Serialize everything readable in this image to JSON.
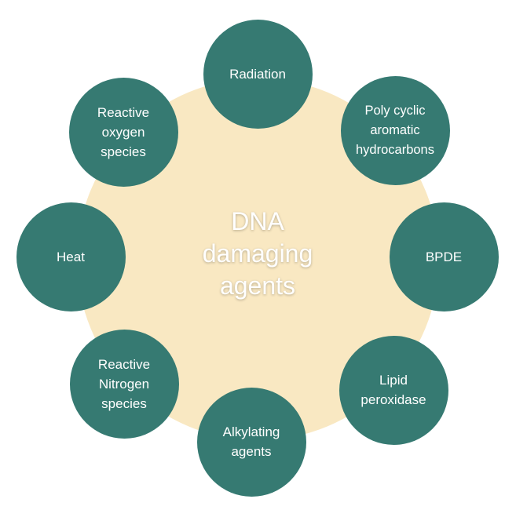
{
  "center": {
    "lines": [
      "DNA",
      "damaging",
      "agents"
    ]
  },
  "nodes": {
    "radiation": {
      "lines": [
        "Radiation"
      ]
    },
    "pah": {
      "lines": [
        "Poly cyclic",
        "aromatic",
        "hydrocarbons"
      ]
    },
    "bpde": {
      "lines": [
        "BPDE"
      ]
    },
    "lipid": {
      "lines": [
        "Lipid",
        "peroxidase"
      ]
    },
    "alkylating": {
      "lines": [
        "Alkylating",
        "agents"
      ]
    },
    "rns": {
      "lines": [
        "Reactive",
        "Nitrogen",
        "species"
      ]
    },
    "heat": {
      "lines": [
        "Heat"
      ]
    },
    "ros": {
      "lines": [
        "Reactive",
        "oxygen",
        "species"
      ]
    }
  },
  "colors": {
    "center_fill": "#f9e8c2",
    "node_fill": "#367a72",
    "text": "#ffffff"
  }
}
